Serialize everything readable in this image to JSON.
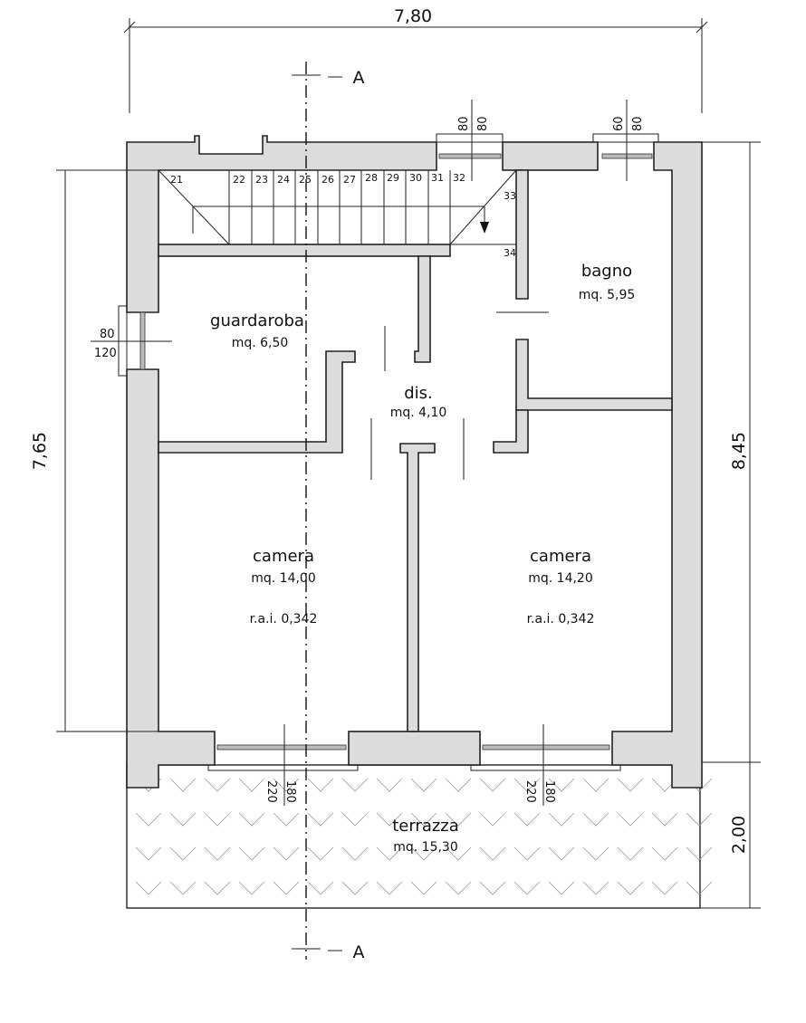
{
  "dimensions": {
    "width_total": "7,80",
    "height_left": "7,65",
    "height_right": "8,45",
    "terrace_depth": "2,00"
  },
  "section": {
    "label": "A"
  },
  "windows": {
    "top_left": {
      "w": "80",
      "h": "80"
    },
    "top_right": {
      "w": "60",
      "h": "80"
    },
    "left": {
      "w": "80",
      "h": "120"
    },
    "bottom_left": {
      "w": "180",
      "h": "220"
    },
    "bottom_right": {
      "w": "180",
      "h": "220"
    }
  },
  "rooms": {
    "bagno": {
      "name": "bagno",
      "area": "mq. 5,95"
    },
    "guardaroba": {
      "name": "guardaroba",
      "area": "mq. 6,50"
    },
    "dis": {
      "name": "dis.",
      "area": "mq. 4,10"
    },
    "camera_left": {
      "name": "camera",
      "area": "mq. 14,00",
      "rai": "r.a.i. 0,342"
    },
    "camera_right": {
      "name": "camera",
      "area": "mq. 14,20",
      "rai": "r.a.i. 0,342"
    },
    "terrazza": {
      "name": "terrazza",
      "area": "mq. 15,30"
    }
  },
  "stairs": {
    "steps": [
      "21",
      "22",
      "23",
      "24",
      "25",
      "26",
      "27",
      "28",
      "29",
      "30",
      "31",
      "32",
      "33",
      "34"
    ]
  }
}
